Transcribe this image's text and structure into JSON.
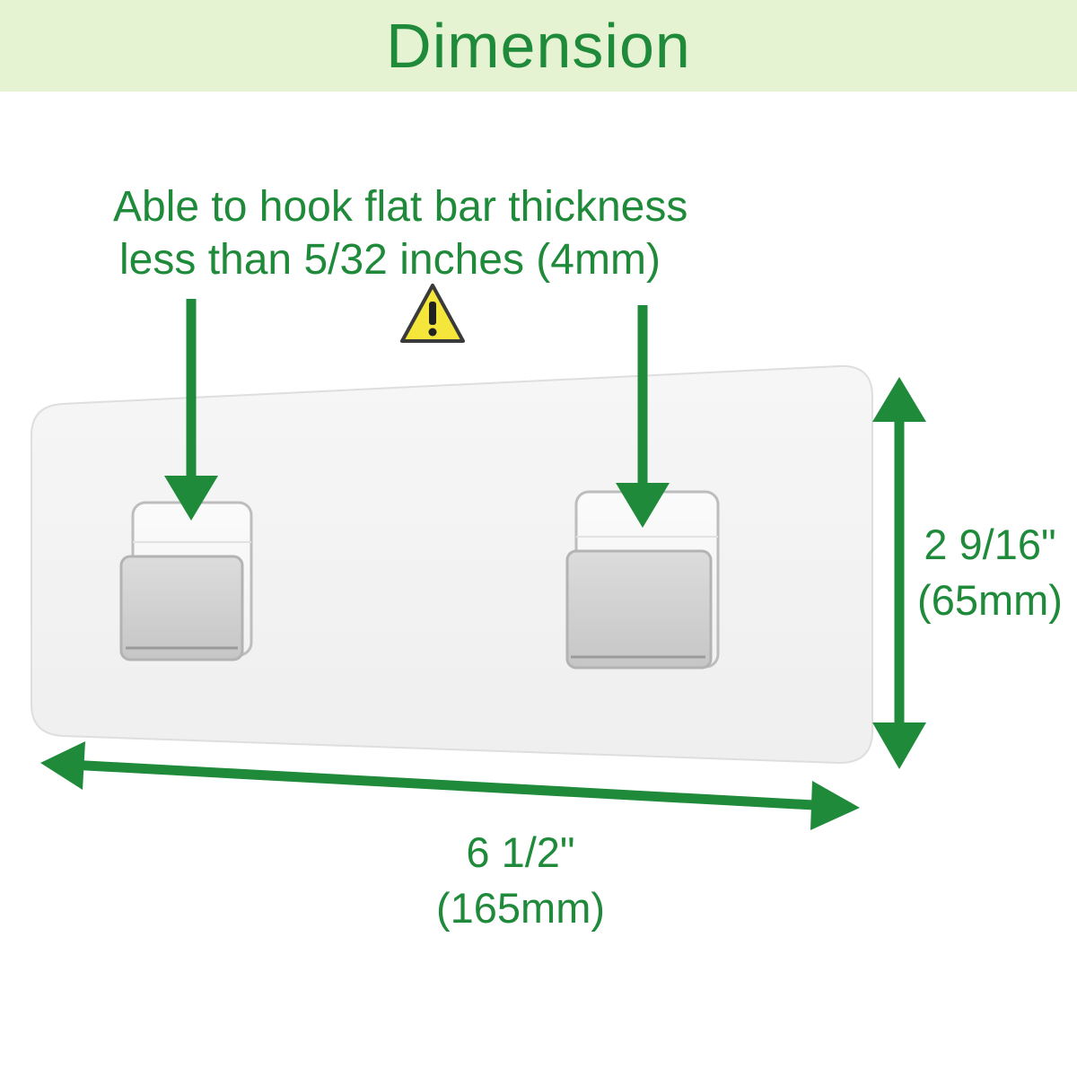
{
  "header": {
    "title": "Dimension"
  },
  "note": {
    "line1": "Able to hook flat bar thickness",
    "line2": "less than 5/32 inches (4mm)"
  },
  "height_dimension": {
    "imperial": "2 9/16\"",
    "metric": "(65mm)"
  },
  "width_dimension": {
    "imperial": "6 1/2\"",
    "metric": "(165mm)"
  },
  "icons": {
    "warning": "warning-triangle-icon"
  },
  "colors": {
    "accent_green": "#1e8a3a",
    "header_background": "#e6f3d3",
    "warning_yellow": "#f5e63c"
  }
}
